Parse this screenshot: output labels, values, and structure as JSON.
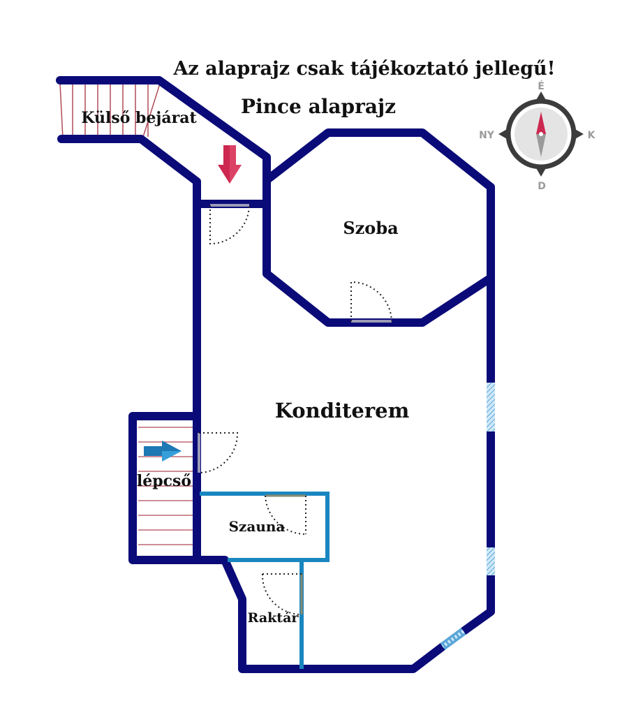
{
  "disclaimer": "Az alaprajz csak tájékoztató jellegű!",
  "title": "Pince alaprajz",
  "rooms": {
    "entrance": "Külső bejárat",
    "room": "Szoba",
    "gym": "Konditerem",
    "stairs": "lépcső",
    "sauna": "Szauna",
    "storage": "Raktár"
  },
  "compass": {
    "north": "É",
    "south": "D",
    "east": "K",
    "west": "NY"
  },
  "colors": {
    "wall": "#0a0a78",
    "inner_wall": "#1a86c0",
    "stair_line": "#b04a58",
    "entry_arrow": "#cc2850",
    "stair_arrow": "#1e78b4",
    "window": "#a8d4f0",
    "door_leaf": "#9a9ab8",
    "compass_ring": "#3c3c3c"
  }
}
